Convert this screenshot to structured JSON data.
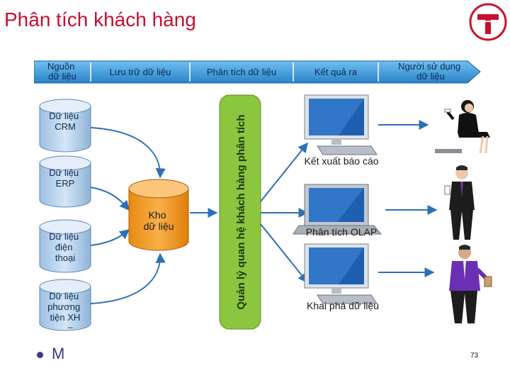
{
  "slide": {
    "title": "Phân tích khách hàng",
    "bullet_text": "M",
    "page_number": "73",
    "dash": "–"
  },
  "diagram": {
    "stages": [
      "Nguồn\ndữ liệu",
      "Lưu trữ dữ liệu",
      "Phân tích dữ liệu",
      "Kết quả ra",
      "Người sử dụng\ndữ liệu"
    ],
    "sources": [
      "Dữ liệu\nCRM",
      "Dữ liệu\nERP",
      "Dữ liệu\nđiện\nthoại",
      "Dữ liệu\nphương\ntiện XH"
    ],
    "warehouse": "Kho\ndữ liệu",
    "management": "Quản lý quan hệ khách hàng phân tích",
    "outputs": [
      "Kết xuất báo cáo",
      "Phân tích OLAP",
      "Khai phá dữ liệu"
    ]
  },
  "colors": {
    "title": "#c8102e",
    "banner": "#3a9ad9",
    "source_cylinder": "#b9d3ea",
    "warehouse": "#f39a1e",
    "management_bar": "#8cc63f",
    "bullet": "#3a3a8c"
  },
  "icons": [
    "company-logo-icon",
    "computer-icon",
    "user-icon"
  ]
}
